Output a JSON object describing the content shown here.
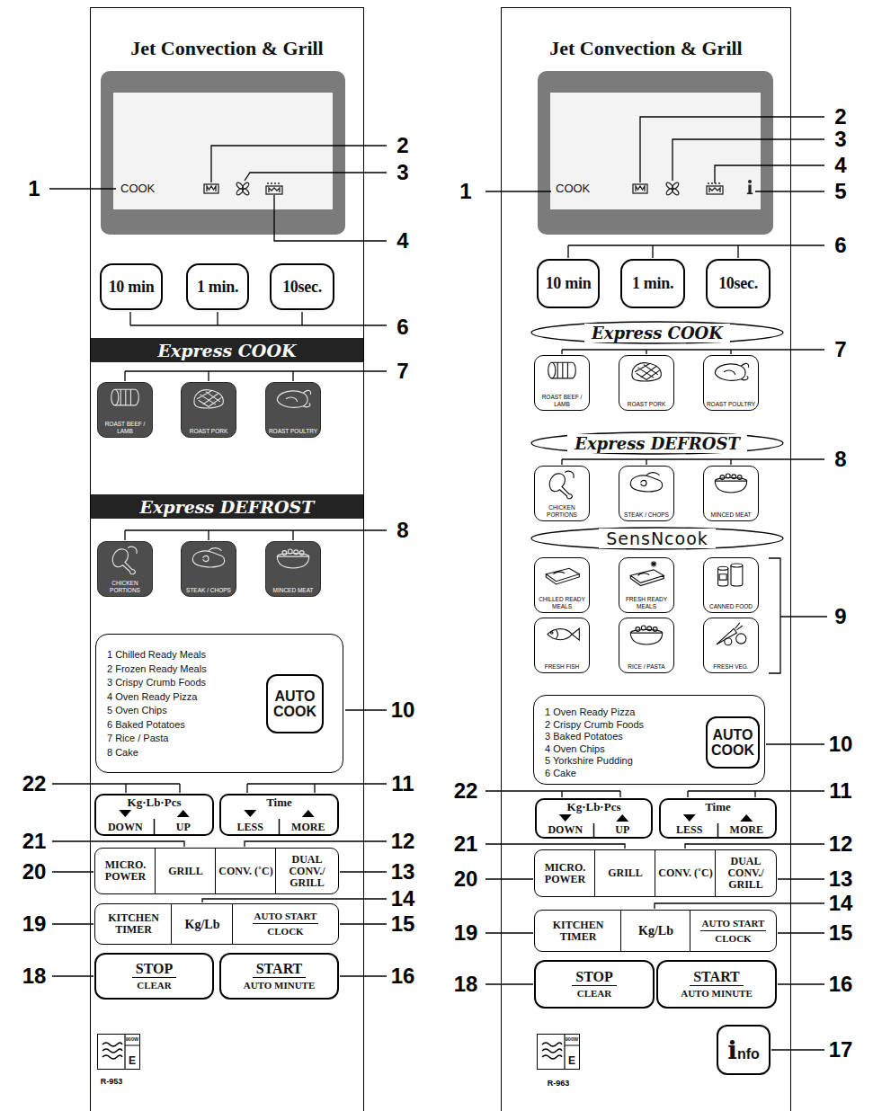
{
  "diagram": {
    "nodes": [
      {
        "text": [
          "Jet Convection & Grill"
        ]
      },
      {
        "text": [
          "COOK"
        ],
        "in": 0
      },
      {
        "text": [
          "10 min"
        ],
        "in": 0
      },
      {
        "text": [
          "1 min."
        ],
        "in": 0
      },
      {
        "text": [
          "10sec."
        ],
        "in": 0
      },
      {
        "text": [
          "Express COOK"
        ],
        "in": 0
      },
      {
        "text": [
          "ROAST BEEF / LAMB"
        ],
        "in": 0
      },
      {
        "text": [
          "ROAST PORK"
        ],
        "in": 0
      },
      {
        "text": [
          "ROAST POULTRY"
        ],
        "in": 0
      },
      {
        "text": [
          "Express DEFROST"
        ],
        "in": 0
      },
      {
        "text": [
          "CHICKEN PORTIONS"
        ],
        "in": 0
      },
      {
        "text": [
          "STEAK / CHOPS"
        ],
        "in": 0
      },
      {
        "text": [
          "MINCED MEAT"
        ],
        "in": 0
      },
      {
        "text": [
          "1 Chilled Ready Meals",
          "2 Frozen Ready Meals",
          "3 Crispy Crumb Foods",
          "4 Oven Ready Pizza",
          "5 Oven Chips",
          "6 Baked Potatoes",
          "7 Rice / Pasta",
          "8 Cake"
        ],
        "in": 0
      },
      {
        "text": [
          "AUTO COOK"
        ],
        "in": 13
      },
      {
        "text": [
          "Kg·Lb·Pcs",
          "DOWN",
          "UP"
        ],
        "in": 0
      },
      {
        "text": [
          "Time",
          "LESS",
          "MORE"
        ],
        "in": 0
      },
      {
        "text": [
          "MICRO. POWER"
        ],
        "in": 0
      },
      {
        "text": [
          "GRILL"
        ],
        "in": 0
      },
      {
        "text": [
          "CONV. (˚C)"
        ],
        "in": 0
      },
      {
        "text": [
          "DUAL CONV./ GRILL"
        ],
        "in": 0
      },
      {
        "text": [
          "KITCHEN TIMER"
        ],
        "in": 0
      },
      {
        "text": [
          "Kg/Lb"
        ],
        "in": 0
      },
      {
        "text": [
          "AUTO START",
          "CLOCK"
        ],
        "in": 0
      },
      {
        "text": [
          "STOP",
          "CLEAR"
        ],
        "in": 0
      },
      {
        "text": [
          "START",
          "AUTO MINUTE"
        ],
        "in": 0
      },
      {
        "text": [
          "900W",
          "E"
        ],
        "in": 0
      },
      {
        "text": [
          "Jet Convection & Grill"
        ]
      },
      {
        "text": [
          "COOK"
        ],
        "in": 27
      },
      {
        "text": [
          "10 min"
        ],
        "in": 27
      },
      {
        "text": [
          "1 min."
        ],
        "in": 27
      },
      {
        "text": [
          "10sec."
        ],
        "in": 27
      },
      {
        "text": [
          "Express COOK"
        ],
        "in": 27
      },
      {
        "text": [
          "ROAST BEEF / LAMB"
        ],
        "in": 27
      },
      {
        "text": [
          "ROAST PORK"
        ],
        "in": 27
      },
      {
        "text": [
          "ROAST POULTRY"
        ],
        "in": 27
      },
      {
        "text": [
          "Express DEFROST"
        ],
        "in": 27
      },
      {
        "text": [
          "CHICKEN PORTIONS"
        ],
        "in": 27
      },
      {
        "text": [
          "STEAK / CHOPS"
        ],
        "in": 27
      },
      {
        "text": [
          "MINCED MEAT"
        ],
        "in": 27
      },
      {
        "text": [
          "SensNcook"
        ],
        "in": 27
      },
      {
        "text": [
          "CHILLED READY MEALS"
        ],
        "in": 27
      },
      {
        "text": [
          "FRESH READY MEALS"
        ],
        "in": 27
      },
      {
        "text": [
          "CANNED FOOD"
        ],
        "in": 27
      },
      {
        "text": [
          "FRESH FISH"
        ],
        "in": 27
      },
      {
        "text": [
          "RICE / PASTA"
        ],
        "in": 27
      },
      {
        "text": [
          "FRESH VEG."
        ],
        "in": 27
      },
      {
        "text": [
          "1 Oven Ready Pizza",
          "2 Crispy Crumb Foods",
          "3 Baked Potatoes",
          "4 Oven Chips",
          "5 Yorkshire Pudding",
          "6 Cake"
        ],
        "in": 27
      },
      {
        "text": [
          "AUTO COOK"
        ],
        "in": 47
      },
      {
        "text": [
          "Kg·Lb·Pcs",
          "DOWN",
          "UP"
        ],
        "in": 27
      },
      {
        "text": [
          "Time",
          "LESS",
          "MORE"
        ],
        "in": 27
      },
      {
        "text": [
          "MICRO. POWER"
        ],
        "in": 27
      },
      {
        "text": [
          "GRILL"
        ],
        "in": 27
      },
      {
        "text": [
          "CONV. (˚C)"
        ],
        "in": 27
      },
      {
        "text": [
          "DUAL CONV./ GRILL"
        ],
        "in": 27
      },
      {
        "text": [
          "KITCHEN TIMER"
        ],
        "in": 27
      },
      {
        "text": [
          "Kg/Lb"
        ],
        "in": 27
      },
      {
        "text": [
          "AUTO START",
          "CLOCK"
        ],
        "in": 27
      },
      {
        "text": [
          "STOP",
          "CLEAR"
        ],
        "in": 27
      },
      {
        "text": [
          "START",
          "AUTO MINUTE"
        ],
        "in": 27
      },
      {
        "text": [
          "900W",
          "E"
        ],
        "in": 27
      },
      {
        "text": [
          "info"
        ],
        "in": 27
      }
    ],
    "labels": [
      "1",
      "2",
      "3",
      "4",
      "6",
      "7",
      "8",
      "10",
      "22",
      "11",
      "21",
      "12",
      "20",
      "13",
      "14",
      "19",
      "15",
      "18",
      "16",
      "R-953",
      "1",
      "2",
      "3",
      "4",
      "5",
      "6",
      "7",
      "8",
      "9",
      "10",
      "22",
      "11",
      "21",
      "12",
      "20",
      "13",
      "14",
      "19",
      "15",
      "18",
      "16",
      "17",
      "R-963"
    ]
  }
}
